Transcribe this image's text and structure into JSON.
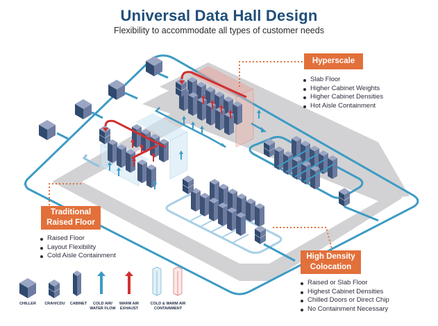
{
  "header": {
    "title": "Universal Data Hall Design",
    "subtitle": "Flexibility to accommodate all types of customer needs"
  },
  "callouts": {
    "hyperscale": {
      "label": "Hyperscale",
      "features": [
        "Slab Floor",
        "Higher Cabinet Weights",
        "Higher Cabinet Densities",
        "Hot Aisle Containment"
      ]
    },
    "traditional": {
      "label_line1": "Traditional",
      "label_line2": "Raised Floor",
      "features": [
        "Raised Floor",
        "Layout Flexibility",
        "Cold Aisle Containment"
      ]
    },
    "high_density": {
      "label_line1": "High Density",
      "label_line2": "Colocation",
      "features": [
        "Raised or Slab Floor",
        "Highest Cabinet Densities",
        "Chilled Doors or Direct Chip",
        "No Containment Necessary"
      ]
    }
  },
  "legend": [
    {
      "icon": "chiller-icon",
      "line1": "CHILLER",
      "line2": ""
    },
    {
      "icon": "crah-cdu-icon",
      "line1": "CRAH/CDU",
      "line2": ""
    },
    {
      "icon": "cabinet-icon",
      "line1": "CABINET",
      "line2": ""
    },
    {
      "icon": "cold-air-arrow-icon",
      "line1": "COLD AIR/",
      "line2": "WATER FLOW"
    },
    {
      "icon": "warm-air-arrow-icon",
      "line1": "WARM AIR",
      "line2": "EXHAUST"
    },
    {
      "icon": "containment-icon",
      "line1": "COLD & WARM AIR",
      "line2": "CONTAINMENT"
    }
  ],
  "colors": {
    "title": "#1f4e79",
    "callout": "#e2703a",
    "pipe": "#3d9bc4",
    "pipe_light": "#a8d0e6",
    "floor": "#cfcfd1",
    "cabinet_top": "#9aa6c3",
    "cabinet_front": "#6c7b9f",
    "cabinet_side": "#3e5276",
    "warm": "#d32f2f",
    "cold": "#3d9bc4"
  }
}
